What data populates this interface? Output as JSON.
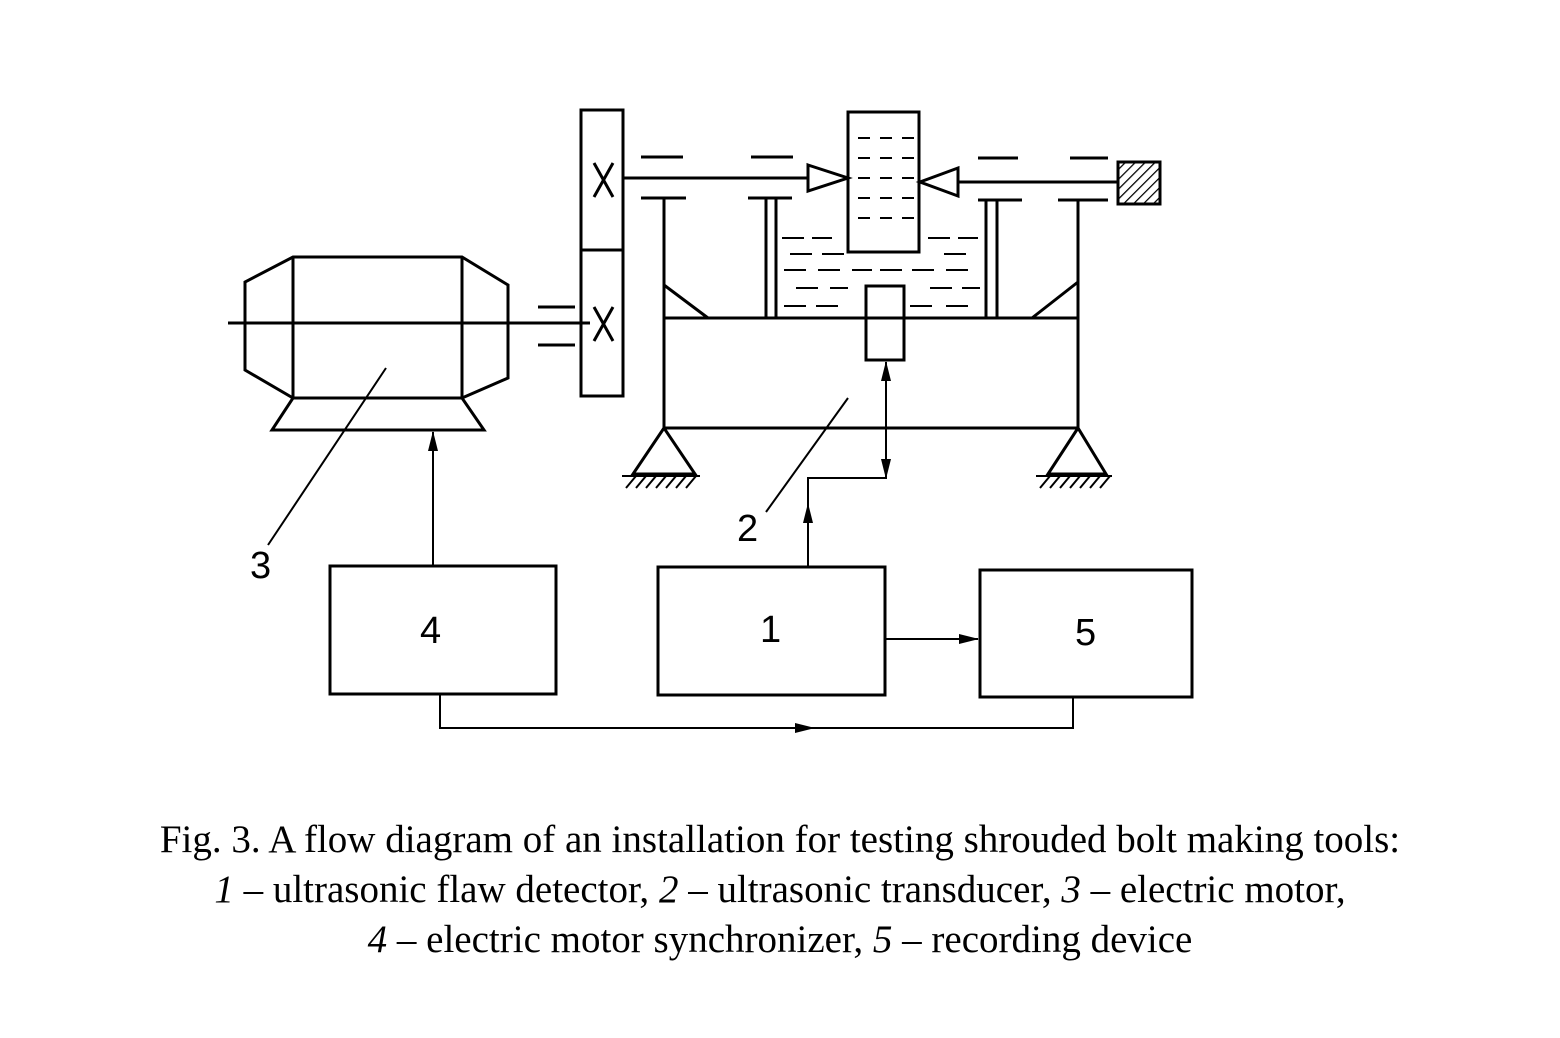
{
  "labels": {
    "motor": "3",
    "transducer": "2",
    "synchronizer": "4",
    "flaw_detector": "1",
    "recorder": "5"
  },
  "caption": {
    "line1": "Fig. 3. A flow diagram of an installation for testing shrouded bolt making tools:",
    "n1": "1",
    "t1": " – ultrasonic flaw detector, ",
    "n2": "2",
    "t2": " – ultrasonic transducer, ",
    "n3": "3",
    "t3": " – electric motor,",
    "n4": "4",
    "t4": " – electric motor synchronizer, ",
    "n5": "5",
    "t5": " – recording device"
  }
}
